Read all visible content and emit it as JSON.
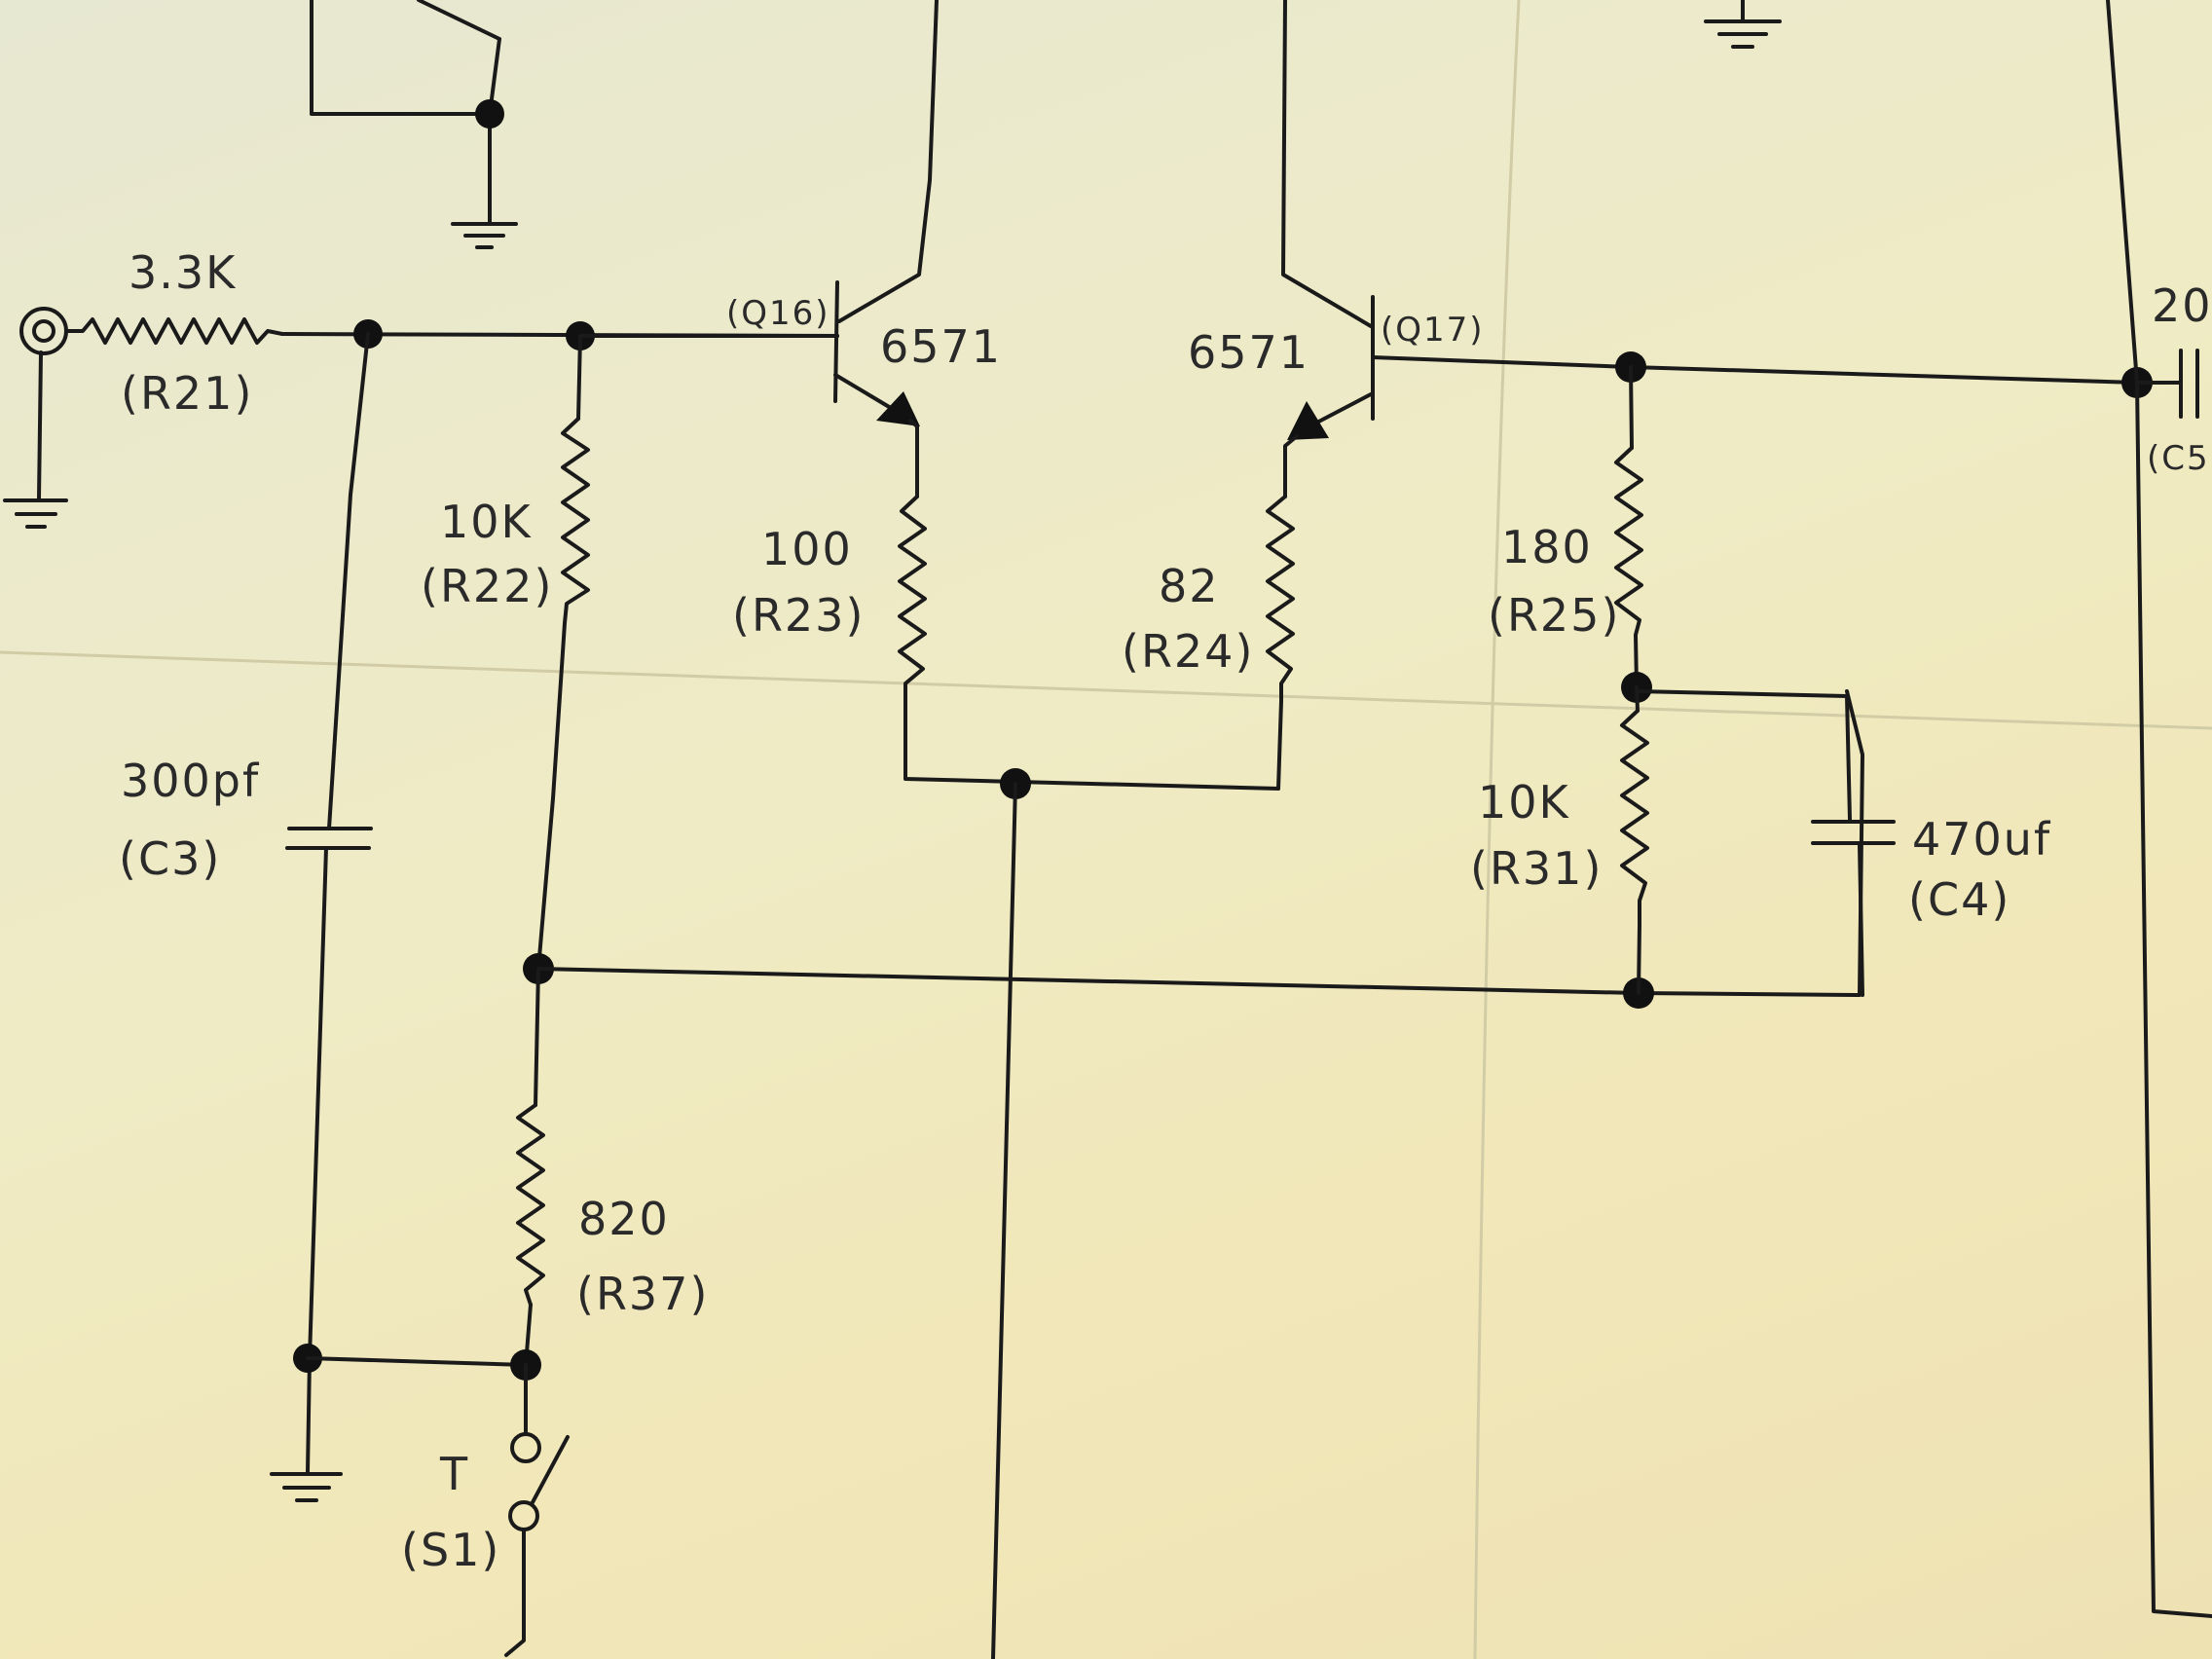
{
  "schematic": {
    "components": [
      {
        "id": "R21",
        "value": "3.3K",
        "ref": "(R21)"
      },
      {
        "id": "R22",
        "value": "10K",
        "ref": "(R22)"
      },
      {
        "id": "C3",
        "value": "300pf",
        "ref": "(C3)"
      },
      {
        "id": "Q16",
        "value": "6571",
        "ref": "(Q16)"
      },
      {
        "id": "R23",
        "value": "100",
        "ref": "(R23)"
      },
      {
        "id": "Q17",
        "value": "6571",
        "ref": "(Q17)"
      },
      {
        "id": "R24",
        "value": "82",
        "ref": "(R24)"
      },
      {
        "id": "R25",
        "value": "180",
        "ref": "(R25)"
      },
      {
        "id": "R31",
        "value": "10K",
        "ref": "(R31)"
      },
      {
        "id": "C4",
        "value": "470uf",
        "ref": "(C4)"
      },
      {
        "id": "R37",
        "value": "820",
        "ref": "(R37)"
      },
      {
        "id": "S1",
        "value": "T",
        "ref": "(S1)"
      }
    ],
    "edge_labels": {
      "c5_value_partial": "20",
      "c5_ref_partial": "(C5"
    }
  }
}
